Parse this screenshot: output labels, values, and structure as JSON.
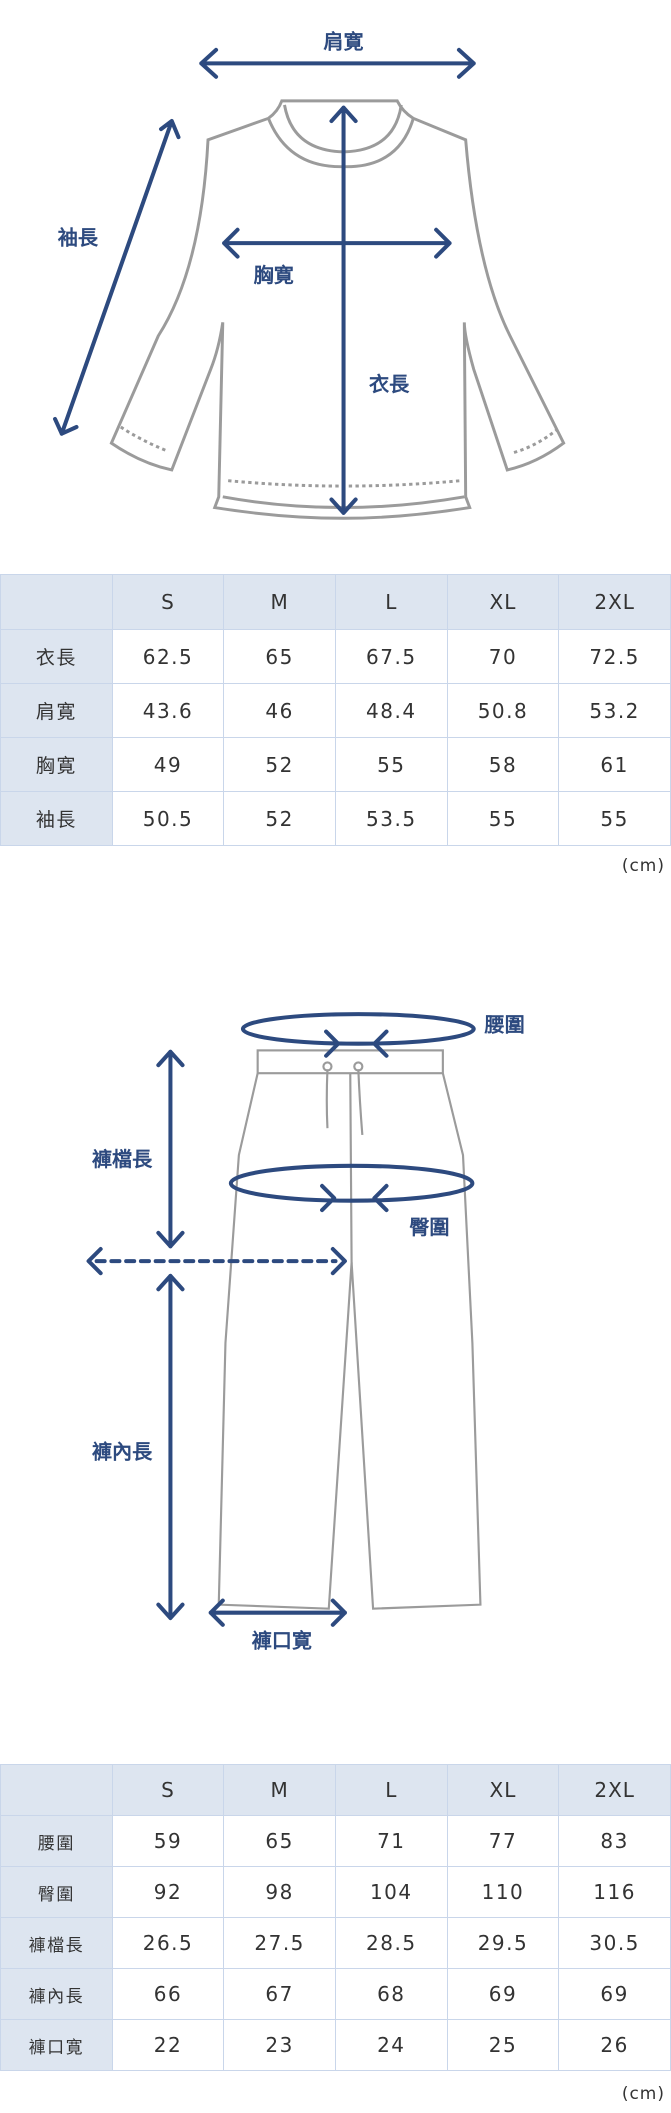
{
  "colors": {
    "accent": "#2d4a7f",
    "garment_line": "#9b9b9b",
    "table_header_bg": "#dde5f0",
    "table_border": "#c9d6ea"
  },
  "top_diagram": {
    "labels": {
      "shoulder": "肩寛",
      "sleeve": "袖長",
      "chest": "胸寛",
      "length": "衣長"
    }
  },
  "top_table": {
    "headers": [
      "",
      "S",
      "M",
      "L",
      "XL",
      "2XL"
    ],
    "rows": [
      {
        "label": "衣長",
        "values": [
          "62.5",
          "65",
          "67.5",
          "70",
          "72.5"
        ]
      },
      {
        "label": "肩寛",
        "values": [
          "43.6",
          "46",
          "48.4",
          "50.8",
          "53.2"
        ]
      },
      {
        "label": "胸寛",
        "values": [
          "49",
          "52",
          "55",
          "58",
          "61"
        ]
      },
      {
        "label": "袖長",
        "values": [
          "50.5",
          "52",
          "53.5",
          "55",
          "55"
        ]
      }
    ],
    "unit": "(cm)"
  },
  "pants_diagram": {
    "labels": {
      "waist": "腰圍",
      "hip": "臀圍",
      "rise": "褲檔長",
      "inseam": "褲內長",
      "hem": "褲口寛"
    }
  },
  "pants_table": {
    "headers": [
      "",
      "S",
      "M",
      "L",
      "XL",
      "2XL"
    ],
    "rows": [
      {
        "label": "腰圍",
        "values": [
          "59",
          "65",
          "71",
          "77",
          "83"
        ]
      },
      {
        "label": "臀圍",
        "values": [
          "92",
          "98",
          "104",
          "110",
          "116"
        ]
      },
      {
        "label": "褲檔長",
        "values": [
          "26.5",
          "27.5",
          "28.5",
          "29.5",
          "30.5"
        ]
      },
      {
        "label": "褲內長",
        "values": [
          "66",
          "67",
          "68",
          "69",
          "69"
        ]
      },
      {
        "label": "褲口寛",
        "values": [
          "22",
          "23",
          "24",
          "25",
          "26"
        ]
      }
    ],
    "unit": "(cm)"
  }
}
